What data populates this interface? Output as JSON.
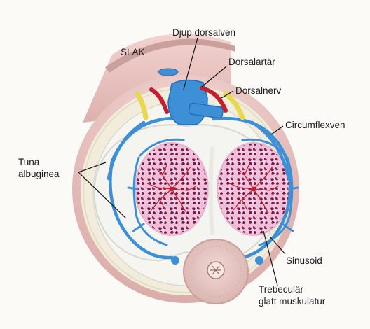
{
  "labels": {
    "slak": "SLAK",
    "djup_dorsalven": "Djup dorsalven",
    "dorsalartar": "Dorsalartär",
    "dorsalnerv": "Dorsalnerv",
    "circumflexven": "Circumflexven",
    "tuna_albuginea_line1": "Tuna",
    "tuna_albuginea_line2": "albuginea",
    "sinusoid": "Sinusoid",
    "trabecular_line1": "Trebeculär",
    "trabecular_line2": "glatt muskulatur"
  },
  "colors": {
    "vein": "#3d8fd6",
    "artery": "#c41e2f",
    "nerve": "#e8d84a",
    "tunica": "#f3f3f0",
    "corpus": "#f2c9de",
    "sinusoid": "#7a1a4e",
    "skin": "#e9c7c4",
    "urethra": "#e3c2bf"
  }
}
